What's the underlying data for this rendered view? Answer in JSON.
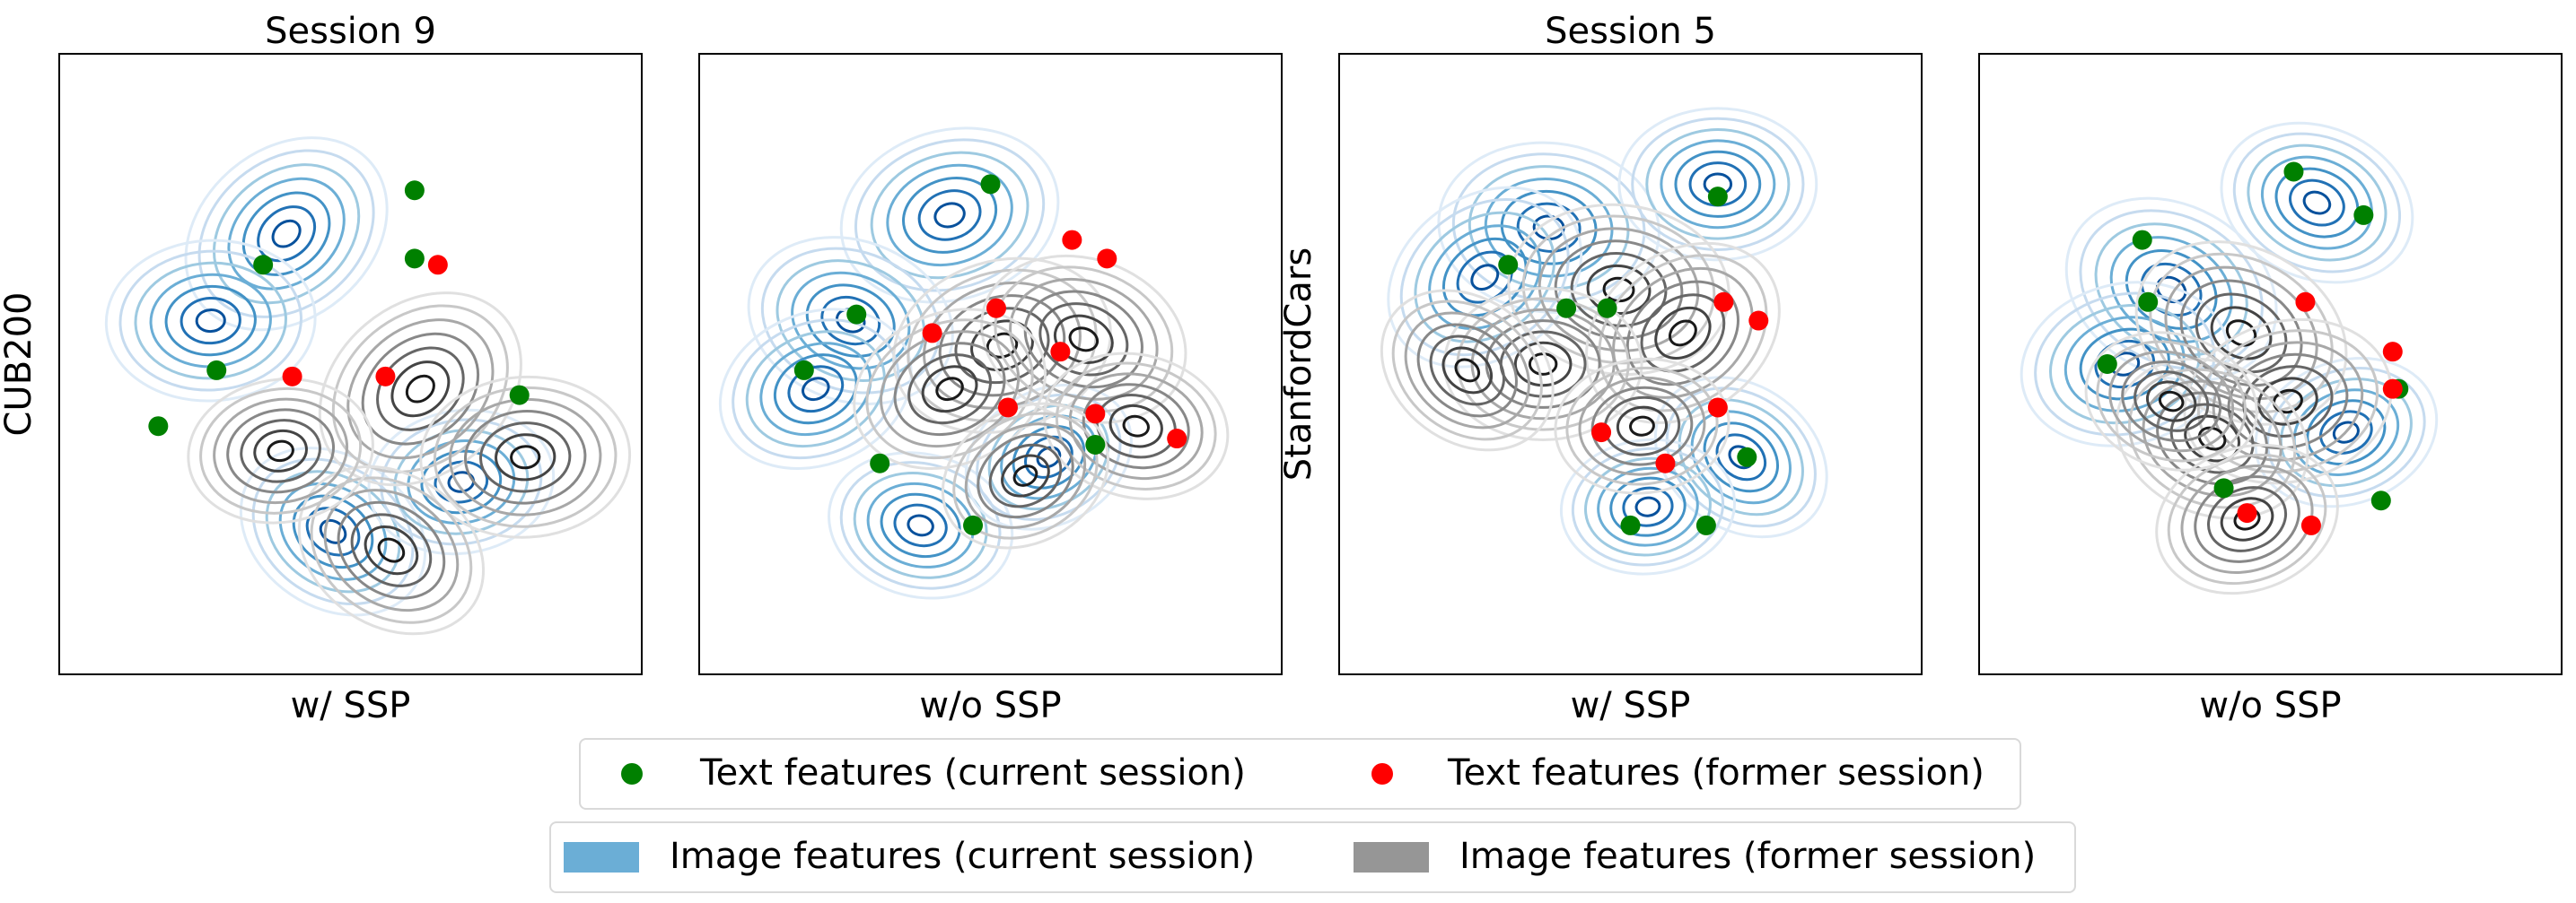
{
  "figure": {
    "row_labels": [
      "CUB200",
      "StanfordCars"
    ],
    "colors": {
      "text_current": "#008000",
      "text_former": "#ff0000",
      "image_current": "#6baed6",
      "image_former": "#969696",
      "frame": "#000000"
    }
  },
  "chart_data": [
    {
      "type": "scatter",
      "title": "Session 9",
      "ylabel": "CUB200",
      "xlabel": "w/ SSP",
      "xlim": [
        0,
        1
      ],
      "ylim": [
        0,
        1
      ],
      "axis_ticks": false,
      "grid": false,
      "density_contours": [
        {
          "series": "Image features (current session)",
          "peaks": [
            [
              0.39,
              0.71
            ],
            [
              0.26,
              0.57
            ],
            [
              0.47,
              0.23
            ],
            [
              0.69,
              0.31
            ]
          ]
        },
        {
          "series": "Image features (former session)",
          "peaks": [
            [
              0.62,
              0.46
            ],
            [
              0.8,
              0.35
            ],
            [
              0.57,
              0.2
            ],
            [
              0.38,
              0.36
            ]
          ]
        }
      ],
      "series": [
        {
          "name": "Text features (current session)",
          "points": [
            [
              0.61,
              0.78
            ],
            [
              0.35,
              0.66
            ],
            [
              0.61,
              0.67
            ],
            [
              0.27,
              0.49
            ],
            [
              0.79,
              0.45
            ],
            [
              0.17,
              0.4
            ]
          ]
        },
        {
          "name": "Text features (former session)",
          "points": [
            [
              0.65,
              0.66
            ],
            [
              0.4,
              0.48
            ],
            [
              0.56,
              0.48
            ]
          ]
        }
      ]
    },
    {
      "type": "scatter",
      "title": "",
      "xlabel": "w/o SSP",
      "xlim": [
        0,
        1
      ],
      "ylim": [
        0,
        1
      ],
      "axis_ticks": false,
      "grid": false,
      "density_contours": [
        {
          "series": "Image features (current session)",
          "peaks": [
            [
              0.43,
              0.74
            ],
            [
              0.26,
              0.57
            ],
            [
              0.2,
              0.46
            ],
            [
              0.38,
              0.24
            ],
            [
              0.6,
              0.35
            ]
          ]
        },
        {
          "series": "Image features (former session)",
          "peaks": [
            [
              0.52,
              0.53
            ],
            [
              0.66,
              0.54
            ],
            [
              0.43,
              0.46
            ],
            [
              0.75,
              0.4
            ],
            [
              0.56,
              0.32
            ]
          ]
        }
      ],
      "series": [
        {
          "name": "Text features (current session)",
          "points": [
            [
              0.5,
              0.79
            ],
            [
              0.27,
              0.58
            ],
            [
              0.18,
              0.49
            ],
            [
              0.31,
              0.34
            ],
            [
              0.47,
              0.24
            ],
            [
              0.68,
              0.37
            ]
          ]
        },
        {
          "name": "Text features (former session)",
          "points": [
            [
              0.64,
              0.7
            ],
            [
              0.7,
              0.67
            ],
            [
              0.4,
              0.55
            ],
            [
              0.51,
              0.59
            ],
            [
              0.62,
              0.52
            ],
            [
              0.53,
              0.43
            ],
            [
              0.68,
              0.42
            ],
            [
              0.82,
              0.38
            ]
          ]
        }
      ]
    },
    {
      "type": "scatter",
      "title": "Session 5",
      "ylabel": "StanfordCars",
      "xlabel": "w/ SSP",
      "xlim": [
        0,
        1
      ],
      "ylim": [
        0,
        1
      ],
      "axis_ticks": false,
      "grid": false,
      "density_contours": [
        {
          "series": "Image features (current session)",
          "peaks": [
            [
              0.36,
              0.72
            ],
            [
              0.25,
              0.64
            ],
            [
              0.65,
              0.79
            ],
            [
              0.69,
              0.35
            ],
            [
              0.53,
              0.27
            ]
          ]
        },
        {
          "series": "Image features (former session)",
          "peaks": [
            [
              0.48,
              0.62
            ],
            [
              0.59,
              0.55
            ],
            [
              0.35,
              0.5
            ],
            [
              0.22,
              0.49
            ],
            [
              0.52,
              0.4
            ]
          ]
        }
      ],
      "series": [
        {
          "name": "Text features (current session)",
          "points": [
            [
              0.65,
              0.77
            ],
            [
              0.29,
              0.66
            ],
            [
              0.39,
              0.59
            ],
            [
              0.46,
              0.59
            ],
            [
              0.7,
              0.35
            ],
            [
              0.5,
              0.24
            ],
            [
              0.63,
              0.24
            ]
          ]
        },
        {
          "name": "Text features (former session)",
          "points": [
            [
              0.66,
              0.6
            ],
            [
              0.72,
              0.57
            ],
            [
              0.65,
              0.43
            ],
            [
              0.45,
              0.39
            ],
            [
              0.56,
              0.34
            ]
          ]
        }
      ]
    },
    {
      "type": "scatter",
      "title": "",
      "xlabel": "w/o SSP",
      "xlim": [
        0,
        1
      ],
      "ylim": [
        0,
        1
      ],
      "axis_ticks": false,
      "grid": false,
      "density_contours": [
        {
          "series": "Image features (current session)",
          "peaks": [
            [
              0.33,
              0.62
            ],
            [
              0.25,
              0.5
            ],
            [
              0.58,
              0.76
            ],
            [
              0.63,
              0.39
            ]
          ]
        },
        {
          "series": "Image features (former session)",
          "peaks": [
            [
              0.45,
              0.55
            ],
            [
              0.53,
              0.44
            ],
            [
              0.4,
              0.38
            ],
            [
              0.46,
              0.25
            ],
            [
              0.33,
              0.44
            ]
          ]
        }
      ],
      "series": [
        {
          "name": "Text features (current session)",
          "points": [
            [
              0.54,
              0.81
            ],
            [
              0.66,
              0.74
            ],
            [
              0.28,
              0.7
            ],
            [
              0.29,
              0.6
            ],
            [
              0.22,
              0.5
            ],
            [
              0.72,
              0.46
            ],
            [
              0.42,
              0.3
            ],
            [
              0.69,
              0.28
            ]
          ]
        },
        {
          "name": "Text features (former session)",
          "points": [
            [
              0.56,
              0.6
            ],
            [
              0.71,
              0.52
            ],
            [
              0.71,
              0.46
            ],
            [
              0.46,
              0.26
            ],
            [
              0.57,
              0.24
            ]
          ]
        }
      ]
    }
  ],
  "legend": {
    "text_current": "Text features (current session)",
    "text_former": "Text features (former session)",
    "image_current": "Image features (current session)",
    "image_former": "Image features (former session)"
  }
}
